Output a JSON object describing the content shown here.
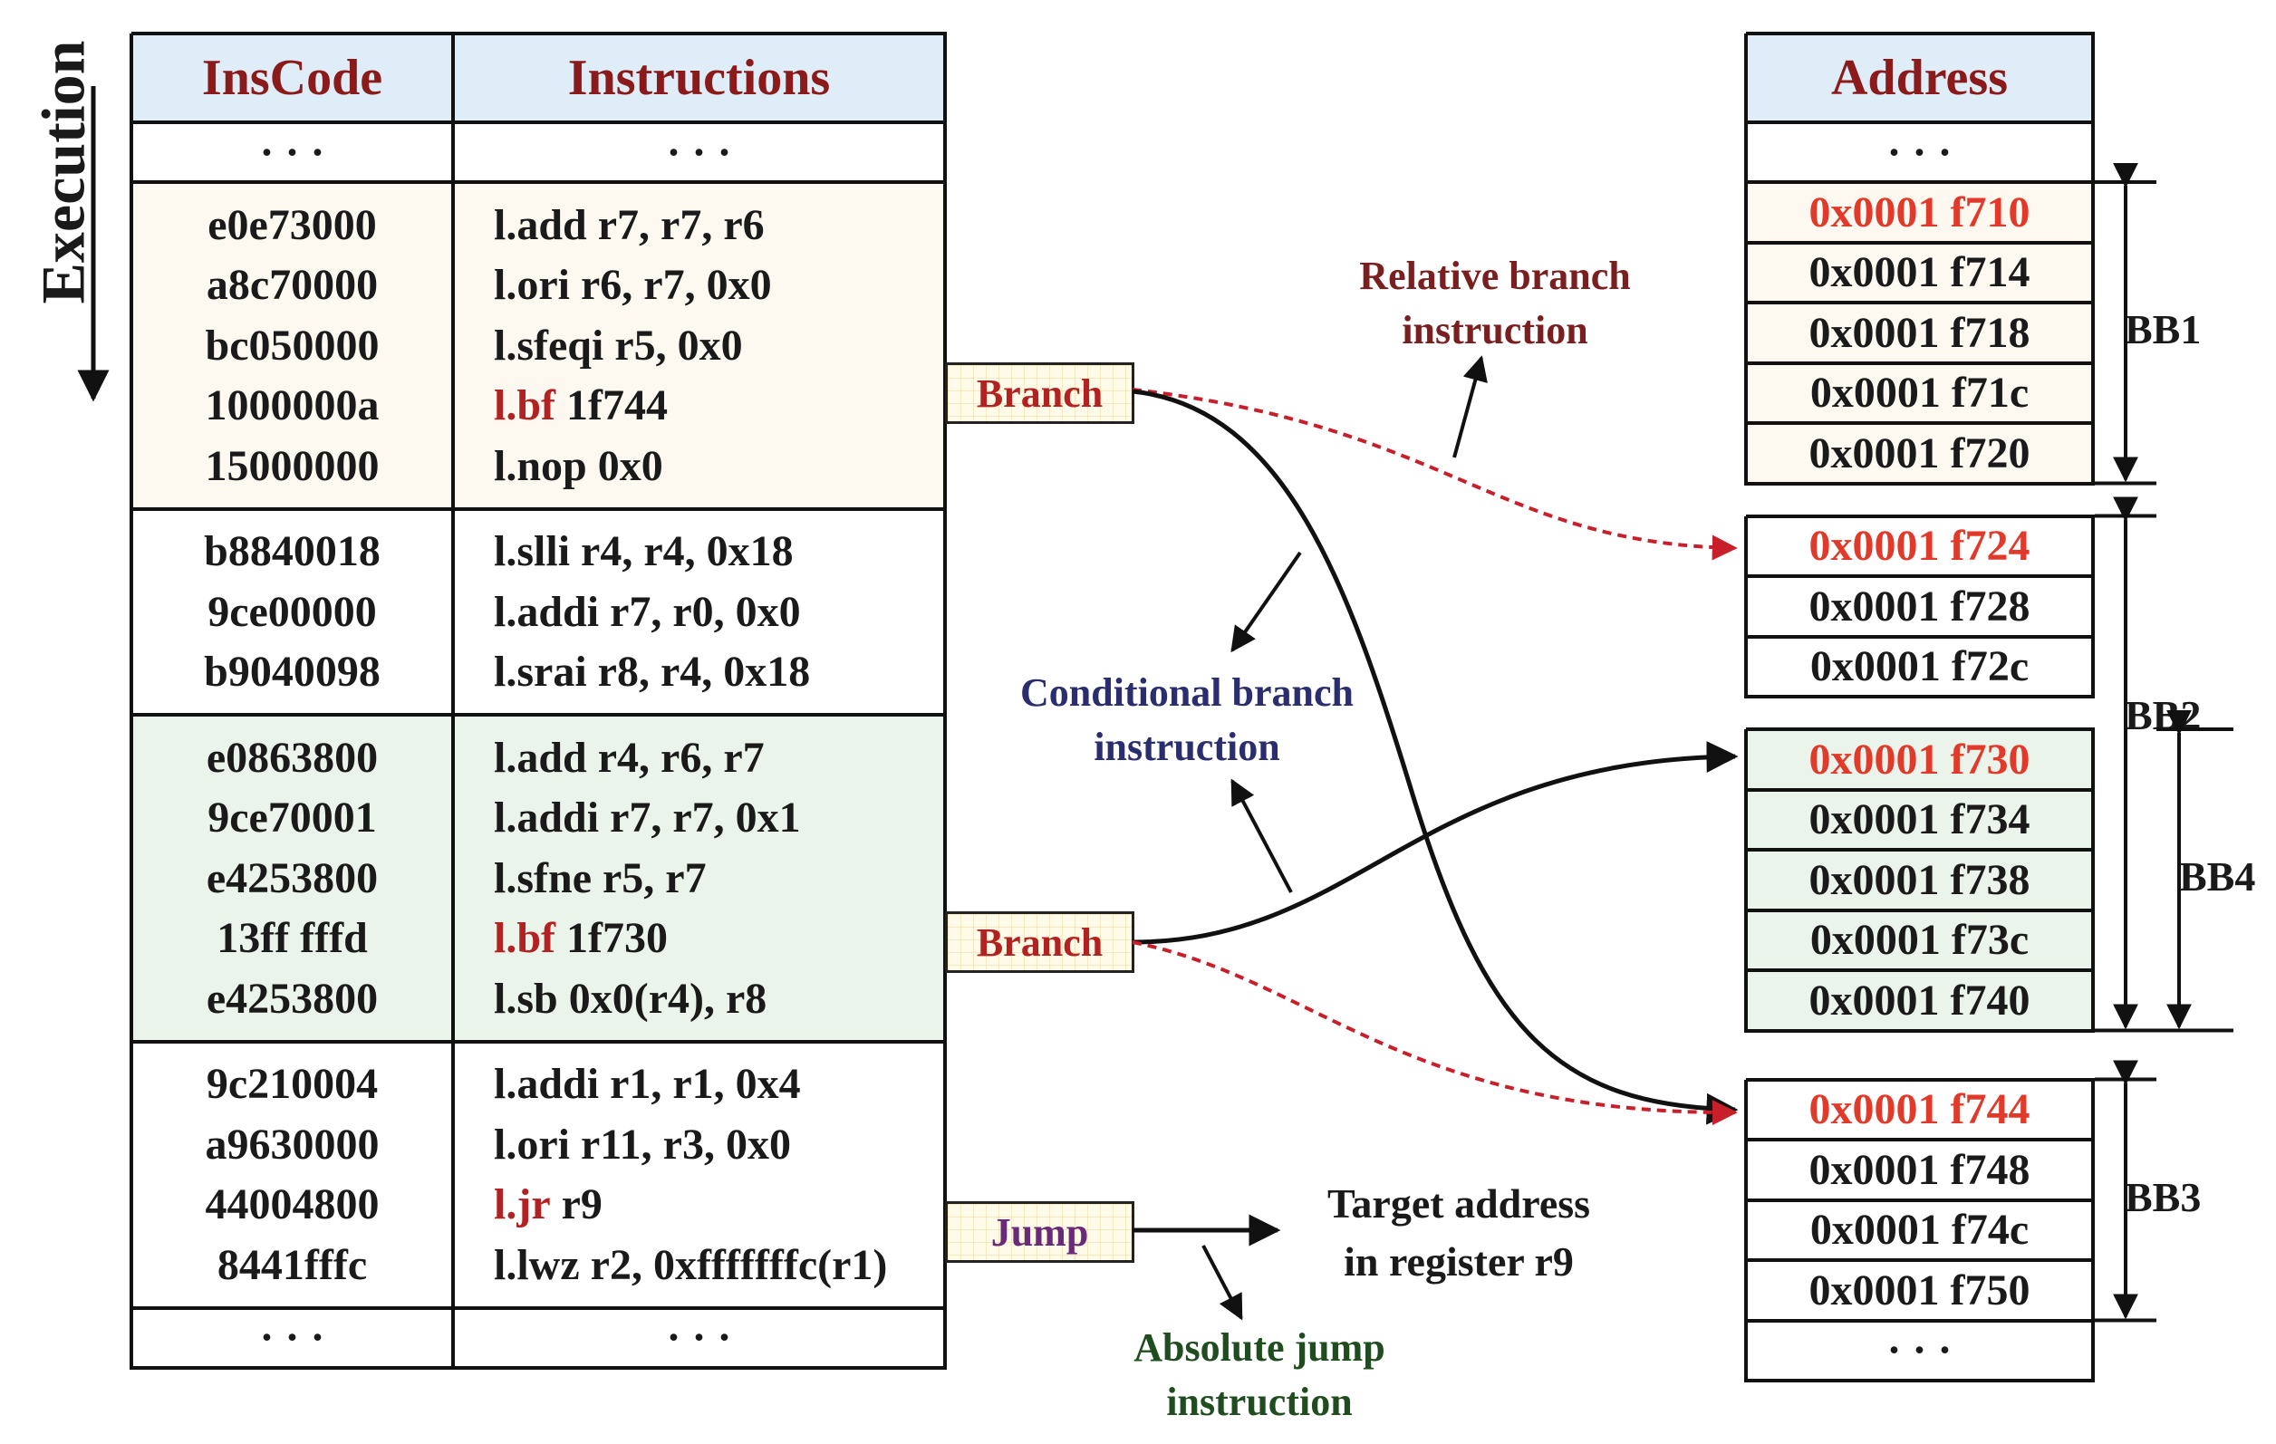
{
  "side_label": "Execution",
  "left_table": {
    "headers": [
      "InsCode",
      "Instructions"
    ],
    "ellipsis": "· · ·",
    "blocks": [
      {
        "color": "#fdf9f1",
        "rows": [
          {
            "code": "e0e73000",
            "op": "l.add",
            "args": " r7, r7, r6",
            "red": false
          },
          {
            "code": "a8c70000",
            "op": "l.ori",
            "args": " r6, r7, 0x0",
            "red": false
          },
          {
            "code": "bc050000",
            "op": "l.sfeqi",
            "args": " r5, 0x0",
            "red": false
          },
          {
            "code": "1000000a",
            "op": "l.bf",
            "args": " 1f744",
            "red": true
          },
          {
            "code": "15000000",
            "op": "l.nop",
            "args": " 0x0",
            "red": false
          }
        ]
      },
      {
        "color": "#ffffff",
        "rows": [
          {
            "code": "b8840018",
            "op": "l.slli",
            "args": " r4, r4, 0x18",
            "red": false
          },
          {
            "code": "9ce00000",
            "op": "l.addi",
            "args": " r7, r0, 0x0",
            "red": false
          },
          {
            "code": "b9040098",
            "op": "l.srai",
            "args": " r8, r4, 0x18",
            "red": false
          }
        ]
      },
      {
        "color": "#ebf4ea",
        "rows": [
          {
            "code": "e0863800",
            "op": "l.add",
            "args": " r4, r6, r7",
            "red": false
          },
          {
            "code": "9ce70001",
            "op": "l.addi",
            "args": " r7, r7, 0x1",
            "red": false
          },
          {
            "code": "e4253800",
            "op": "l.sfne",
            "args": " r5, r7",
            "red": false
          },
          {
            "code": "13ff fffd",
            "op": "l.bf",
            "args": " 1f730",
            "red": true
          },
          {
            "code": "e4253800",
            "op": "l.sb",
            "args": " 0x0(r4), r8",
            "red": false
          }
        ]
      },
      {
        "color": "#ffffff",
        "rows": [
          {
            "code": "9c210004",
            "op": "l.addi",
            "args": " r1, r1, 0x4",
            "red": false
          },
          {
            "code": "a9630000",
            "op": "l.ori",
            "args": " r11, r3, 0x0",
            "red": false
          },
          {
            "code": "44004800",
            "op": "l.jr",
            "args": " r9",
            "red": true
          },
          {
            "code": "8441fffc",
            "op": "l.lwz",
            "args": " r2, 0xfffffffc(r1)",
            "red": false
          }
        ]
      }
    ]
  },
  "address_table": {
    "header": "Address",
    "ellipsis": "· · ·",
    "groups": [
      {
        "name": "BB1",
        "color": "#fdf9f1",
        "rows": [
          "0x0001 f710",
          "0x0001 f714",
          "0x0001 f718",
          "0x0001 f71c",
          "0x0001 f720"
        ]
      },
      {
        "name": "BB2",
        "color": "#ffffff",
        "rows": [
          "0x0001 f724",
          "0x0001 f728",
          "0x0001 f72c"
        ]
      },
      {
        "name": "BB4",
        "color": "#ebf4ea",
        "rows": [
          "0x0001 f730",
          "0x0001 f734",
          "0x0001 f738",
          "0x0001 f73c",
          "0x0001 f740"
        ]
      },
      {
        "name": "BB3",
        "color": "#ffffff",
        "rows": [
          "0x0001 f744",
          "0x0001 f748",
          "0x0001 f74c",
          "0x0001 f750"
        ]
      }
    ]
  },
  "tags": {
    "branch1": "Branch",
    "branch2": "Branch",
    "jump": "Jump"
  },
  "annotations": {
    "relative_branch": [
      "Relative branch",
      "instruction"
    ],
    "conditional_branch": [
      "Conditional branch",
      "instruction"
    ],
    "target_address": [
      "Target address",
      "in register r9"
    ],
    "absolute_jump": [
      "Absolute jump",
      "instruction"
    ]
  },
  "colors": {
    "header_text": "#8b1a1a",
    "header_bg": "#deedf8",
    "red_op": "#b22222",
    "red_addr": "#e23a2a",
    "relative_text": "#7a1f1f",
    "conditional_text": "#2a2d6e",
    "absolute_text": "#1f4d1f",
    "jump_text": "#6a2a7a",
    "dashed_arrow": "#c8202a"
  }
}
